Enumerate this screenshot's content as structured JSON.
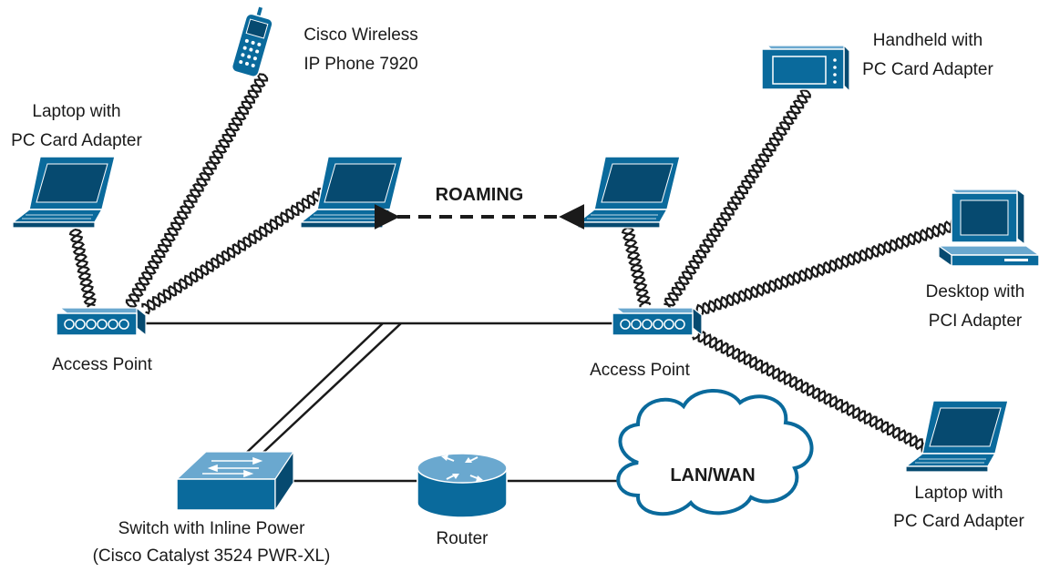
{
  "labels": {
    "phone": [
      "Cisco Wireless",
      "IP Phone 7920"
    ],
    "handheld": [
      "Handheld with",
      "PC Card Adapter"
    ],
    "laptop_left": [
      "Laptop with",
      "PC Card Adapter"
    ],
    "roaming": "ROAMING",
    "desktop": [
      "Desktop with",
      "PCI Adapter"
    ],
    "ap_left": "Access Point",
    "ap_right": "Access Point",
    "laptop_bottom": [
      "Laptop with",
      "PC Card Adapter"
    ],
    "lanwan": "LAN/WAN",
    "switch": [
      "Switch with Inline Power",
      "(Cisco Catalyst 3524 PWR-XL)"
    ],
    "router": "Router"
  },
  "colors": {
    "device": "#0a6a9c",
    "device_dark": "#064a70",
    "device_light": "#6aa8cf",
    "line": "#1a1a1a"
  },
  "icons": {
    "phone": "wireless-ip-phone-icon",
    "handheld": "handheld-icon",
    "laptop": "laptop-icon",
    "desktop": "desktop-computer-icon",
    "access_point": "access-point-icon",
    "switch": "switch-icon",
    "router": "router-icon",
    "cloud": "cloud-icon"
  }
}
